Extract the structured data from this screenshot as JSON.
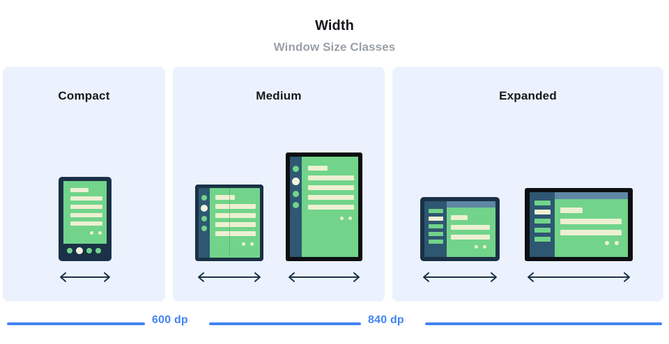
{
  "header": {
    "title": "Width",
    "subtitle": "Window Size Classes"
  },
  "colors": {
    "panel_background": "#EBF2FD",
    "page_background": "#FFFFFF",
    "title_text": "#16191D",
    "subtitle_text": "#9AA0A6",
    "device_bezel_navy": "#1B3147",
    "device_bezel_black": "#0D0F12",
    "device_screen_green": "#71D48A",
    "device_rail_blue": "#2E5771",
    "device_topbar_blue": "#5E87A3",
    "content_bar_cream": "#EDF0D2",
    "scale_blue": "#4285F4"
  },
  "panels": [
    {
      "id": "compact",
      "title": "Compact",
      "devices": [
        {
          "name": "phone-portrait",
          "form_factor": "phone",
          "orientation": "portrait",
          "bezel": "navy",
          "arrow": "resize-arrow-horizontal"
        }
      ]
    },
    {
      "id": "medium",
      "title": "Medium",
      "devices": [
        {
          "name": "foldable-unfolded",
          "form_factor": "foldable",
          "orientation": "portrait",
          "bezel": "navy",
          "arrow": "resize-arrow-horizontal"
        },
        {
          "name": "tablet-portrait",
          "form_factor": "tablet",
          "orientation": "portrait",
          "bezel": "black",
          "arrow": "resize-arrow-horizontal"
        }
      ]
    },
    {
      "id": "expanded",
      "title": "Expanded",
      "devices": [
        {
          "name": "tablet-landscape-small",
          "form_factor": "tablet",
          "orientation": "landscape",
          "bezel": "navy",
          "arrow": "resize-arrow-horizontal"
        },
        {
          "name": "tablet-landscape-large",
          "form_factor": "tablet",
          "orientation": "landscape",
          "bezel": "black",
          "arrow": "resize-arrow-horizontal"
        }
      ]
    }
  ],
  "scale": {
    "breakpoints": [
      {
        "label": "600 dp",
        "value": 600,
        "unit": "dp"
      },
      {
        "label": "840 dp",
        "value": 840,
        "unit": "dp"
      }
    ]
  }
}
